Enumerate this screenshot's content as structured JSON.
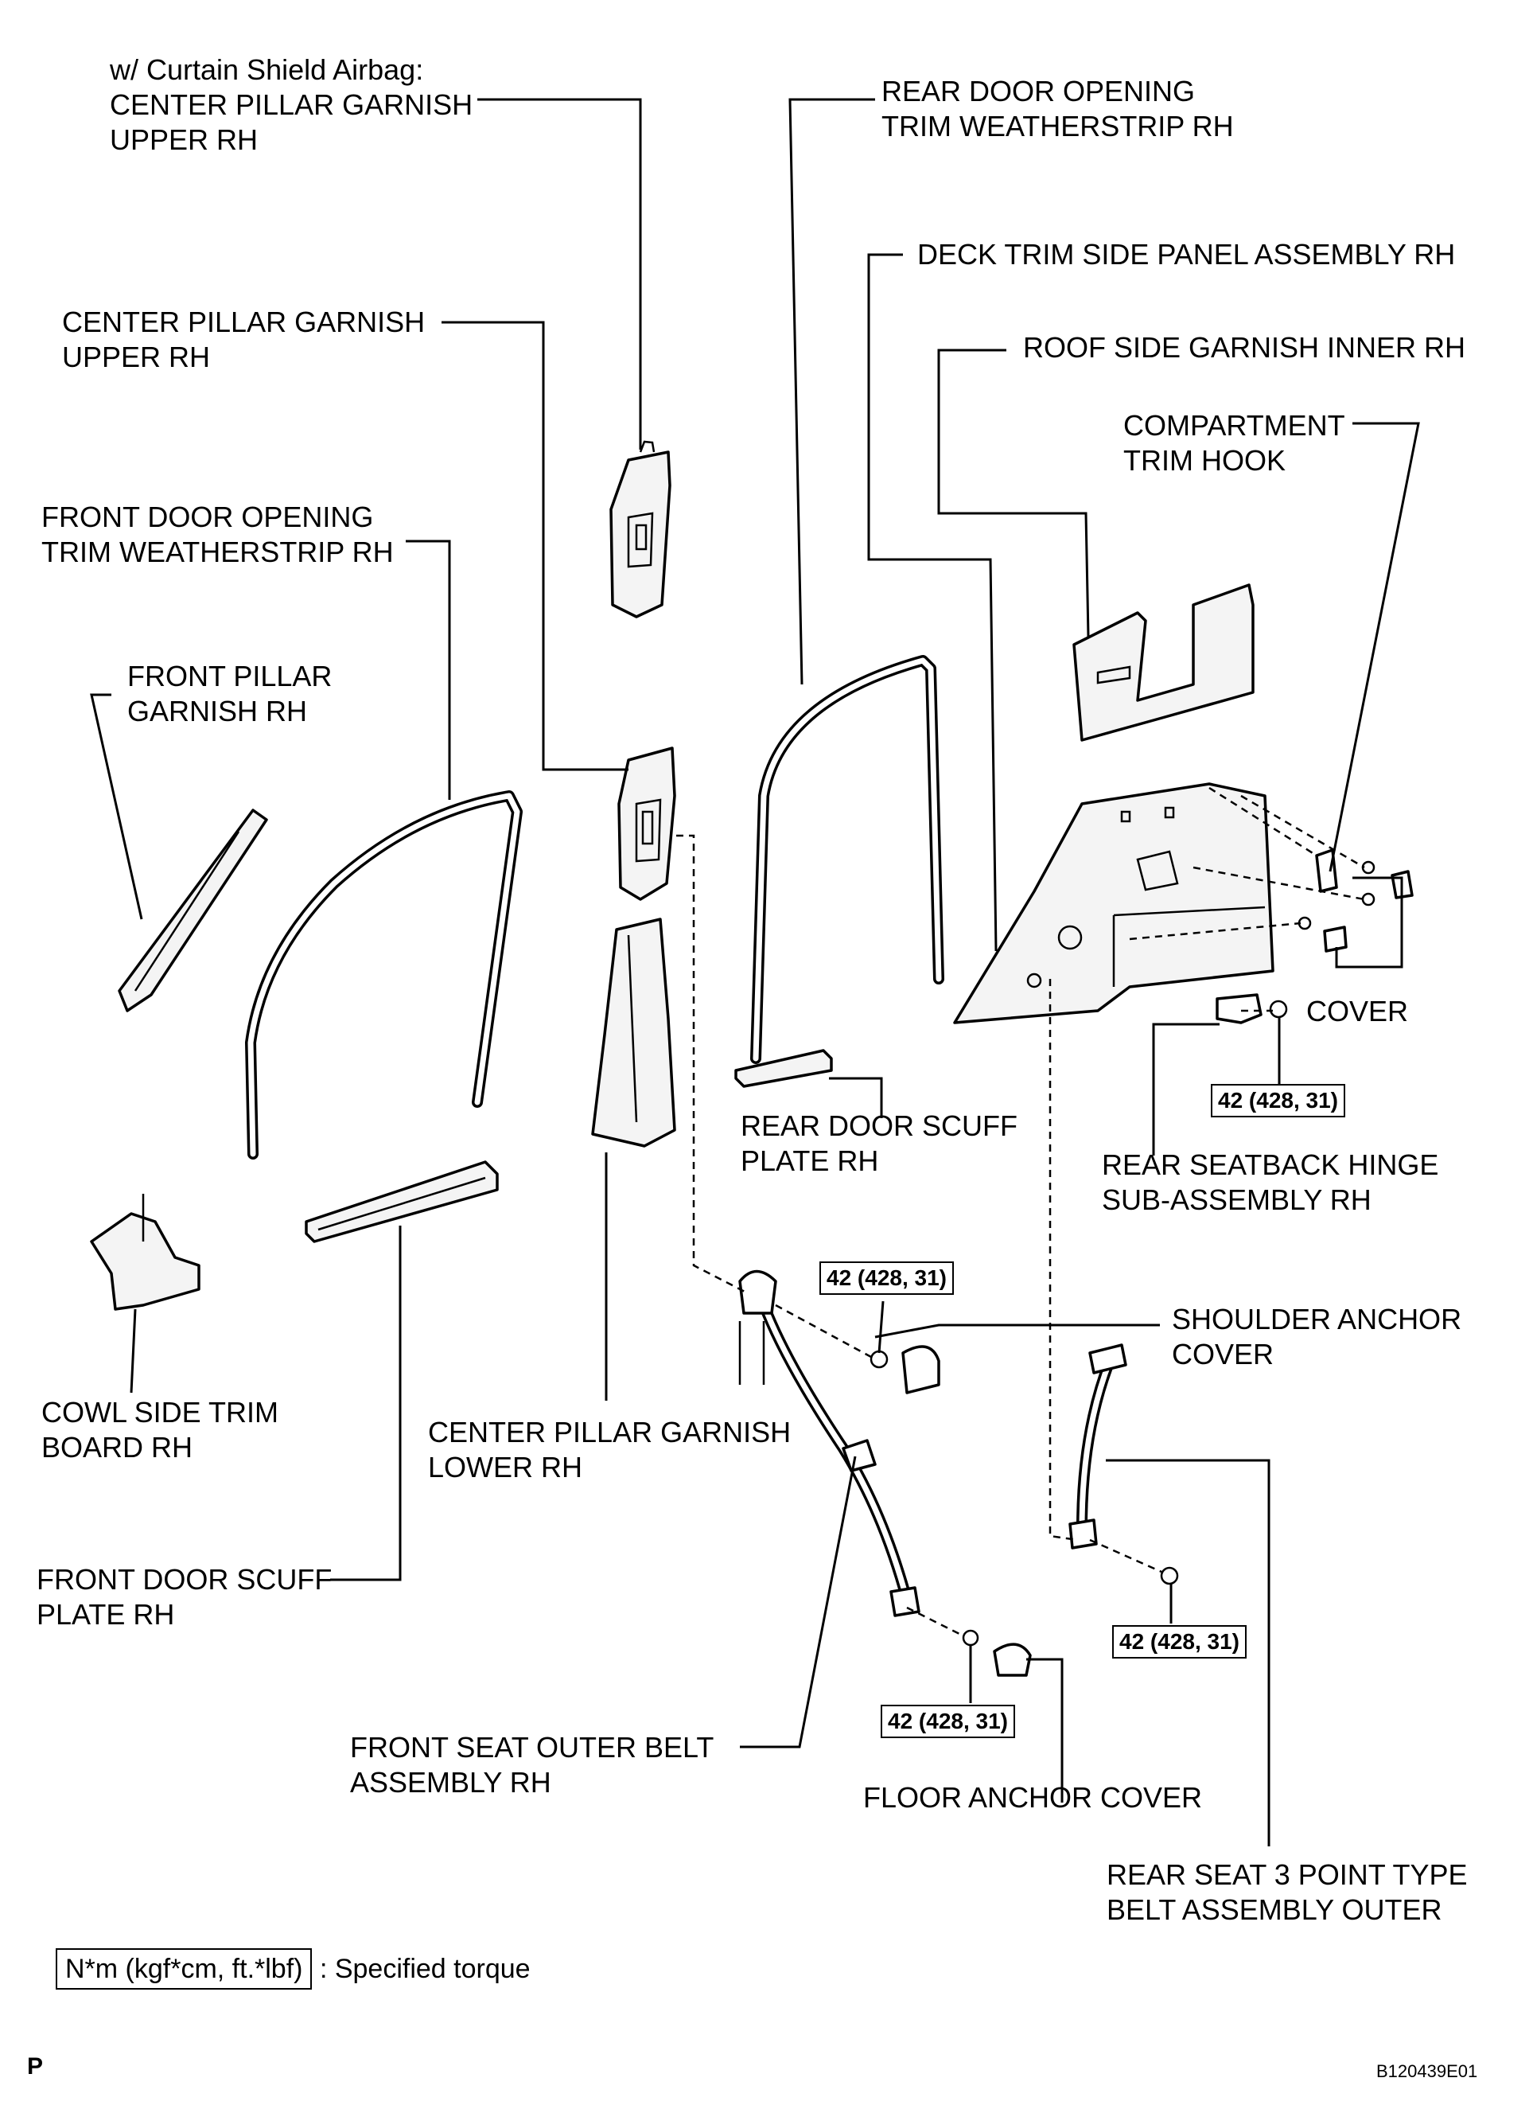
{
  "labels": {
    "curtain_note": "w/ Curtain Shield Airbag:",
    "center_pillar_upper_airbag": [
      "CENTER PILLAR GARNISH",
      "UPPER RH"
    ],
    "center_pillar_upper": [
      "CENTER PILLAR GARNISH",
      "UPPER RH"
    ],
    "front_door_weatherstrip": [
      "FRONT DOOR OPENING",
      "TRIM WEATHERSTRIP RH"
    ],
    "front_pillar_garnish": [
      "FRONT PILLAR",
      "GARNISH RH"
    ],
    "rear_door_weatherstrip": [
      "REAR DOOR OPENING",
      "TRIM WEATHERSTRIP RH"
    ],
    "deck_trim_side_panel": "DECK TRIM SIDE PANEL ASSEMBLY RH",
    "roof_side_garnish": "ROOF SIDE GARNISH INNER RH",
    "compartment_trim_hook": [
      "COMPARTMENT",
      "TRIM HOOK"
    ],
    "cover": "COVER",
    "rear_door_scuff": [
      "REAR DOOR SCUFF",
      "PLATE RH"
    ],
    "rear_seatback_hinge": [
      "REAR SEATBACK HINGE",
      "SUB-ASSEMBLY RH"
    ],
    "shoulder_anchor_cover": [
      "SHOULDER ANCHOR",
      "COVER"
    ],
    "cowl_side_trim": [
      "COWL SIDE TRIM",
      "BOARD RH"
    ],
    "center_pillar_lower": [
      "CENTER PILLAR GARNISH",
      "LOWER RH"
    ],
    "front_door_scuff": [
      "FRONT DOOR SCUFF",
      "PLATE RH"
    ],
    "front_seat_outer_belt": [
      "FRONT SEAT OUTER BELT",
      "ASSEMBLY RH"
    ],
    "floor_anchor_cover": "FLOOR ANCHOR COVER",
    "rear_seat_belt": [
      "REAR SEAT 3 POINT TYPE",
      "BELT ASSEMBLY OUTER"
    ]
  },
  "torques": {
    "hinge": "42 (428, 31)",
    "shoulder_anchor": "42 (428, 31)",
    "rear_belt": "42 (428, 31)",
    "floor_anchor": "42 (428, 31)"
  },
  "legend": {
    "unit": "N*m (kgf*cm, ft.*lbf)",
    "text": ": Specified torque"
  },
  "page_mark": "P",
  "figure_id": "B120439E01"
}
